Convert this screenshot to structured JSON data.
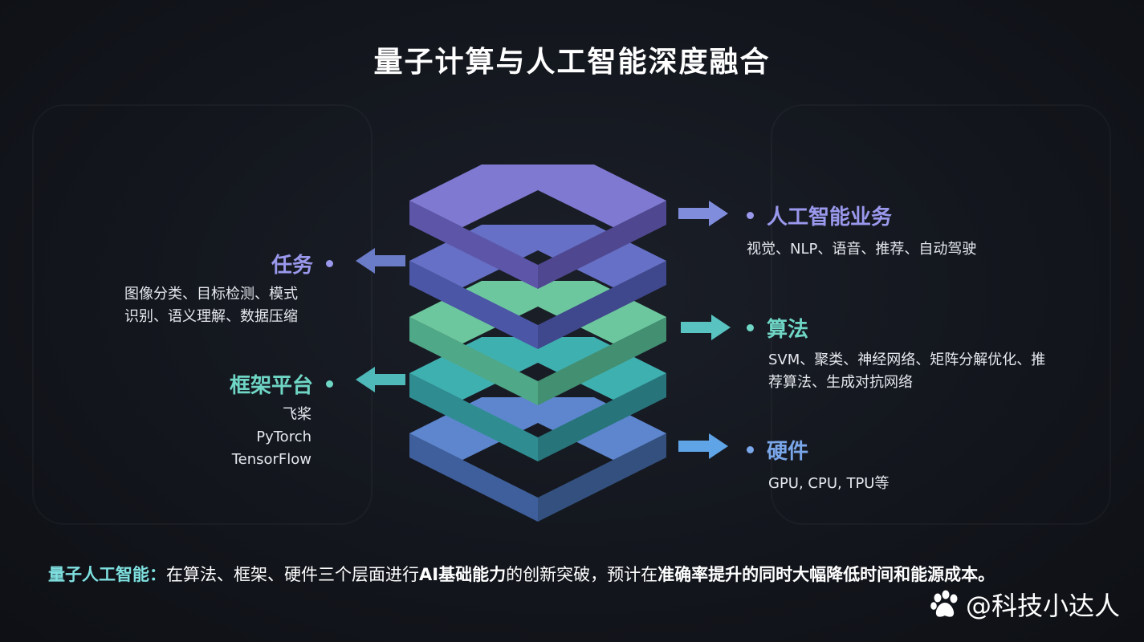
{
  "title": "量子计算与人工智能深度融合",
  "colors": {
    "purple": "#8e8de0",
    "teal": "#5fd0c0",
    "blue": "#6f9ee6",
    "background": "#13161d"
  },
  "right_items": [
    {
      "heading": "人工智能业务",
      "lines": [
        "视觉、NLP、语音、推荐、自动驾驶"
      ],
      "color": "#9a98ec"
    },
    {
      "heading": "算法",
      "lines": [
        "SVM、聚类、神经网络、矩阵分解优化、推",
        "荐算法、生成对抗网络"
      ],
      "color": "#6fd6c6"
    },
    {
      "heading": "硬件",
      "lines": [
        "GPU, CPU, TPU等"
      ],
      "color": "#7aa6ea"
    }
  ],
  "left_items": [
    {
      "heading": "任务",
      "lines": [
        "图像分类、目标检测、模式",
        "识别、语义理解、数据压缩"
      ],
      "color": "#9a98ec"
    },
    {
      "heading": "框架平台",
      "lines": [
        "飞桨",
        "PyTorch",
        "TensorFlow"
      ],
      "color": "#6fd6c6"
    }
  ],
  "footer": {
    "term": "量子人工智能：",
    "part1": "在算法、框架、硬件三个层面进行",
    "em1": "AI基础能力",
    "part2": "的创新突破，预计在",
    "em2": "准确率提升的同时大幅降低时间和能源成本。"
  },
  "watermark": {
    "text": "@科技小达人",
    "icon": "baidu-paw-icon"
  }
}
